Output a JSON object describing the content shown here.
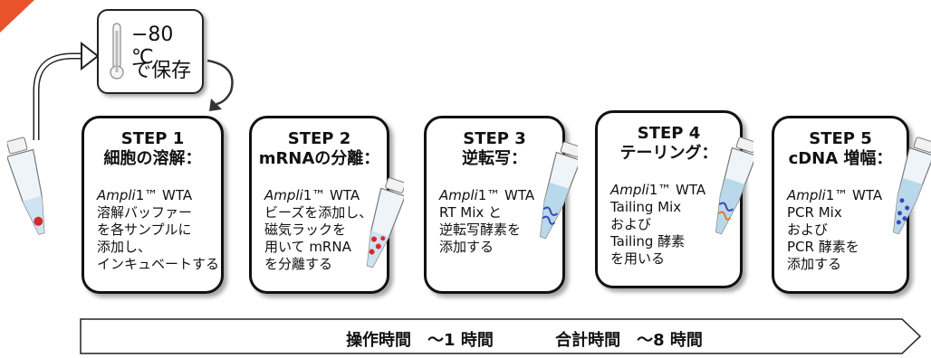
{
  "colors": {
    "accent_orange": "#e8532b",
    "box_border": "#111111",
    "tube_blue": "#7fb6d6",
    "pellet_red": "#d42a2a",
    "pellet_blue": "#3b47b8",
    "pellet_orange": "#e07a30"
  },
  "storage": {
    "icon": "thermometer-icon",
    "temp": "−80 ℃",
    "label": "で保存"
  },
  "steps": [
    {
      "title": "STEP 1",
      "subtitle": "細胞の溶解：",
      "desc_brand": "Ampli",
      "desc_product": "1™ WTA",
      "desc_lines": [
        "溶解バッファー",
        "を各サンプルに",
        "添加し、",
        "インキュベートする"
      ]
    },
    {
      "title": "STEP 2",
      "subtitle": "mRNAの分離：",
      "desc_brand": "Ampli",
      "desc_product": "1™ WTA",
      "desc_lines": [
        "ビーズを添加し、",
        "磁気ラックを",
        "用いて mRNA",
        "を分離する"
      ]
    },
    {
      "title": "STEP 3",
      "subtitle": "逆転写：",
      "desc_brand": "Ampli",
      "desc_product": "1™ WTA",
      "desc_lines": [
        "RT Mix と",
        "逆転写酵素を",
        "添加する"
      ]
    },
    {
      "title": "STEP 4",
      "subtitle": "テーリング：",
      "desc_brand": "Ampli",
      "desc_product": "1™ WTA",
      "desc_lines": [
        "Tailing Mix",
        "および",
        "Tailing 酵素",
        "を用いる"
      ]
    },
    {
      "title": "STEP 5",
      "subtitle": "cDNA 増幅：",
      "desc_brand": "Ampli",
      "desc_product": "1™ WTA",
      "desc_lines": [
        "PCR Mix",
        "および",
        "PCR 酵素を",
        "添加する"
      ]
    }
  ],
  "timeline": {
    "hands_on": "操作時間　～1 時間",
    "total": "合計時間　～8 時間"
  }
}
